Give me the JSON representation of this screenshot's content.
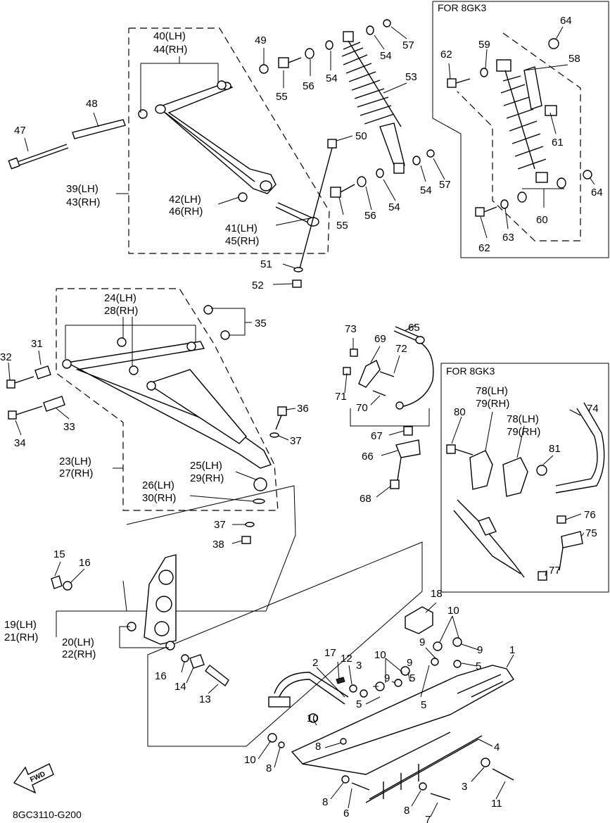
{
  "headers": {
    "inset_top": "FOR 8GK3",
    "inset_right": "FOR 8GK3"
  },
  "reference_code": "8GC3110-G200",
  "fwd_label": "FWD",
  "labels": {
    "p1": "1",
    "p2": "2",
    "p3a": "3",
    "p3b": "3",
    "p4": "4",
    "p5a": "5",
    "p5b": "5",
    "p5c": "5",
    "p5d": "5",
    "p6": "6",
    "p7": "7",
    "p8a": "8",
    "p8b": "8",
    "p8c": "8",
    "p8d": "8",
    "p9a": "9",
    "p9b": "9",
    "p9c": "9",
    "p9d": "9",
    "p10a": "10",
    "p10b": "10",
    "p10c": "10",
    "p10d": "10",
    "p11": "11",
    "p12": "12",
    "p13": "13",
    "p14": "14",
    "p15": "15",
    "p16a": "16",
    "p16b": "16",
    "p17": "17",
    "p18": "18",
    "p19": "19(LH)",
    "p21": "21(RH)",
    "p20": "20(LH)",
    "p22": "22(RH)",
    "p23": "23(LH)",
    "p27": "27(RH)",
    "p24": "24(LH)",
    "p28": "28(RH)",
    "p25": "25(LH)",
    "p29": "29(RH)",
    "p26": "26(LH)",
    "p30": "30(RH)",
    "p31": "31",
    "p32": "32",
    "p33": "33",
    "p34": "34",
    "p35": "35",
    "p36": "36",
    "p37a": "37",
    "p37b": "37",
    "p38": "38",
    "p39": "39(LH)",
    "p43": "43(RH)",
    "p40": "40(LH)",
    "p44": "44(RH)",
    "p41": "41(LH)",
    "p45": "45(RH)",
    "p42": "42(LH)",
    "p46": "46(RH)",
    "p47": "47",
    "p48": "48",
    "p49": "49",
    "p50": "50",
    "p51": "51",
    "p52": "52",
    "p53": "53",
    "p54a": "54",
    "p54b": "54",
    "p54c": "54",
    "p54d": "54",
    "p55a": "55",
    "p55b": "55",
    "p56a": "56",
    "p56b": "56",
    "p57a": "57",
    "p57b": "57",
    "p58": "58",
    "p59": "59",
    "p60": "60",
    "p61": "61",
    "p62a": "62",
    "p62b": "62",
    "p63": "63",
    "p64a": "64",
    "p64b": "64",
    "p65": "65",
    "p66": "66",
    "p67": "67",
    "p68": "68",
    "p69": "69",
    "p70": "70",
    "p71": "71",
    "p72": "72",
    "p73": "73",
    "p74": "74",
    "p75": "75",
    "p76": "76",
    "p77": "77",
    "p78a": "78(LH)",
    "p79a": "79(RH)",
    "p78b": "78(LH)",
    "p79b": "79(RH)",
    "p80": "80",
    "p81": "81"
  }
}
